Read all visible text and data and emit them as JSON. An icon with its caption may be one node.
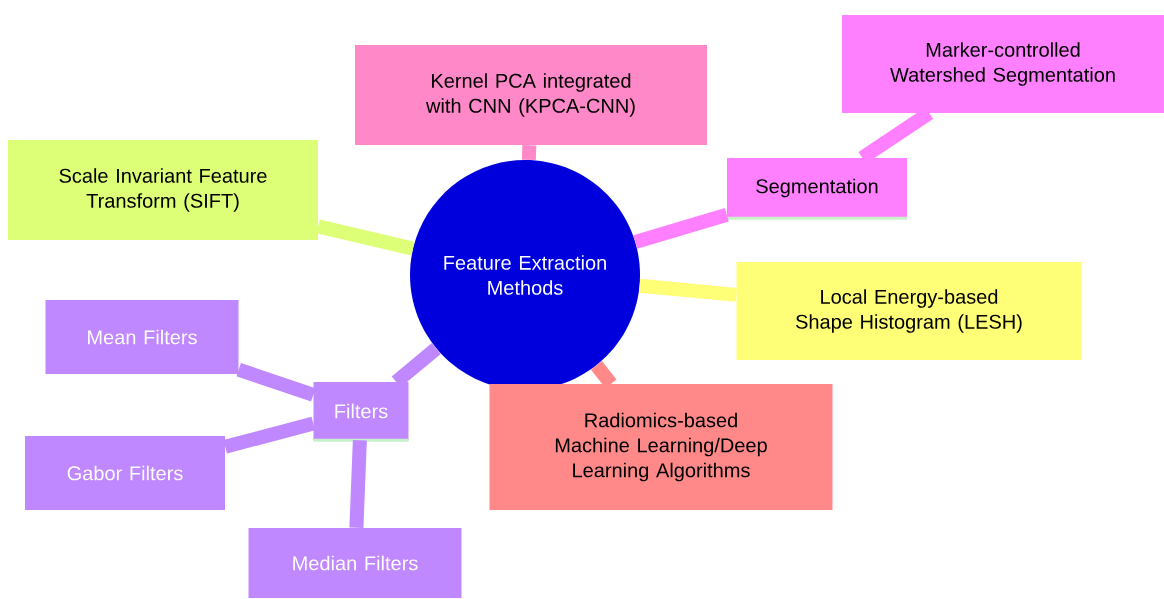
{
  "diagram": {
    "nodes": [
      {
        "text": [
          "Feature Extraction Methods"
        ]
      },
      {
        "text": [
          "Kernel PCA integrated with CNN (KPCA-CNN)"
        ]
      },
      {
        "text": [
          "Marker-controlled Watershed Segmentation"
        ]
      },
      {
        "text": [
          "Scale Invariant Feature Transform (SIFT)"
        ]
      },
      {
        "text": [
          "Segmentation"
        ]
      },
      {
        "text": [
          "Local Energy-based Shape Histogram (LESH)"
        ]
      },
      {
        "text": [
          "Mean Filters"
        ]
      },
      {
        "text": [
          "Filters"
        ]
      },
      {
        "text": [
          "Radiomics-based Machine Learning/Deep Learning Algorithms"
        ]
      },
      {
        "text": [
          "Gabor Filters"
        ]
      },
      {
        "text": [
          "Median Filters"
        ]
      }
    ],
    "edges": [
      {
        "from": 0,
        "to": 1,
        "arrow": "none",
        "color": "#ff88c8"
      },
      {
        "from": 4,
        "to": 2,
        "arrow": "none",
        "color": "#ff80ff"
      },
      {
        "from": 0,
        "to": 3,
        "arrow": "none",
        "color": "#ddff77"
      },
      {
        "from": 0,
        "to": 4,
        "arrow": "none",
        "color": "#ff80ff"
      },
      {
        "from": 0,
        "to": 5,
        "arrow": "none",
        "color": "#ffff77"
      },
      {
        "from": 0,
        "to": 7,
        "arrow": "none",
        "color": "#bf88ff"
      },
      {
        "from": 0,
        "to": 8,
        "arrow": "none",
        "color": "#ff8888"
      },
      {
        "from": 7,
        "to": 6,
        "arrow": "none",
        "color": "#bf88ff"
      },
      {
        "from": 7,
        "to": 9,
        "arrow": "none",
        "color": "#bf88ff"
      },
      {
        "from": 7,
        "to": 10,
        "arrow": "none",
        "color": "#bf88ff"
      }
    ]
  }
}
